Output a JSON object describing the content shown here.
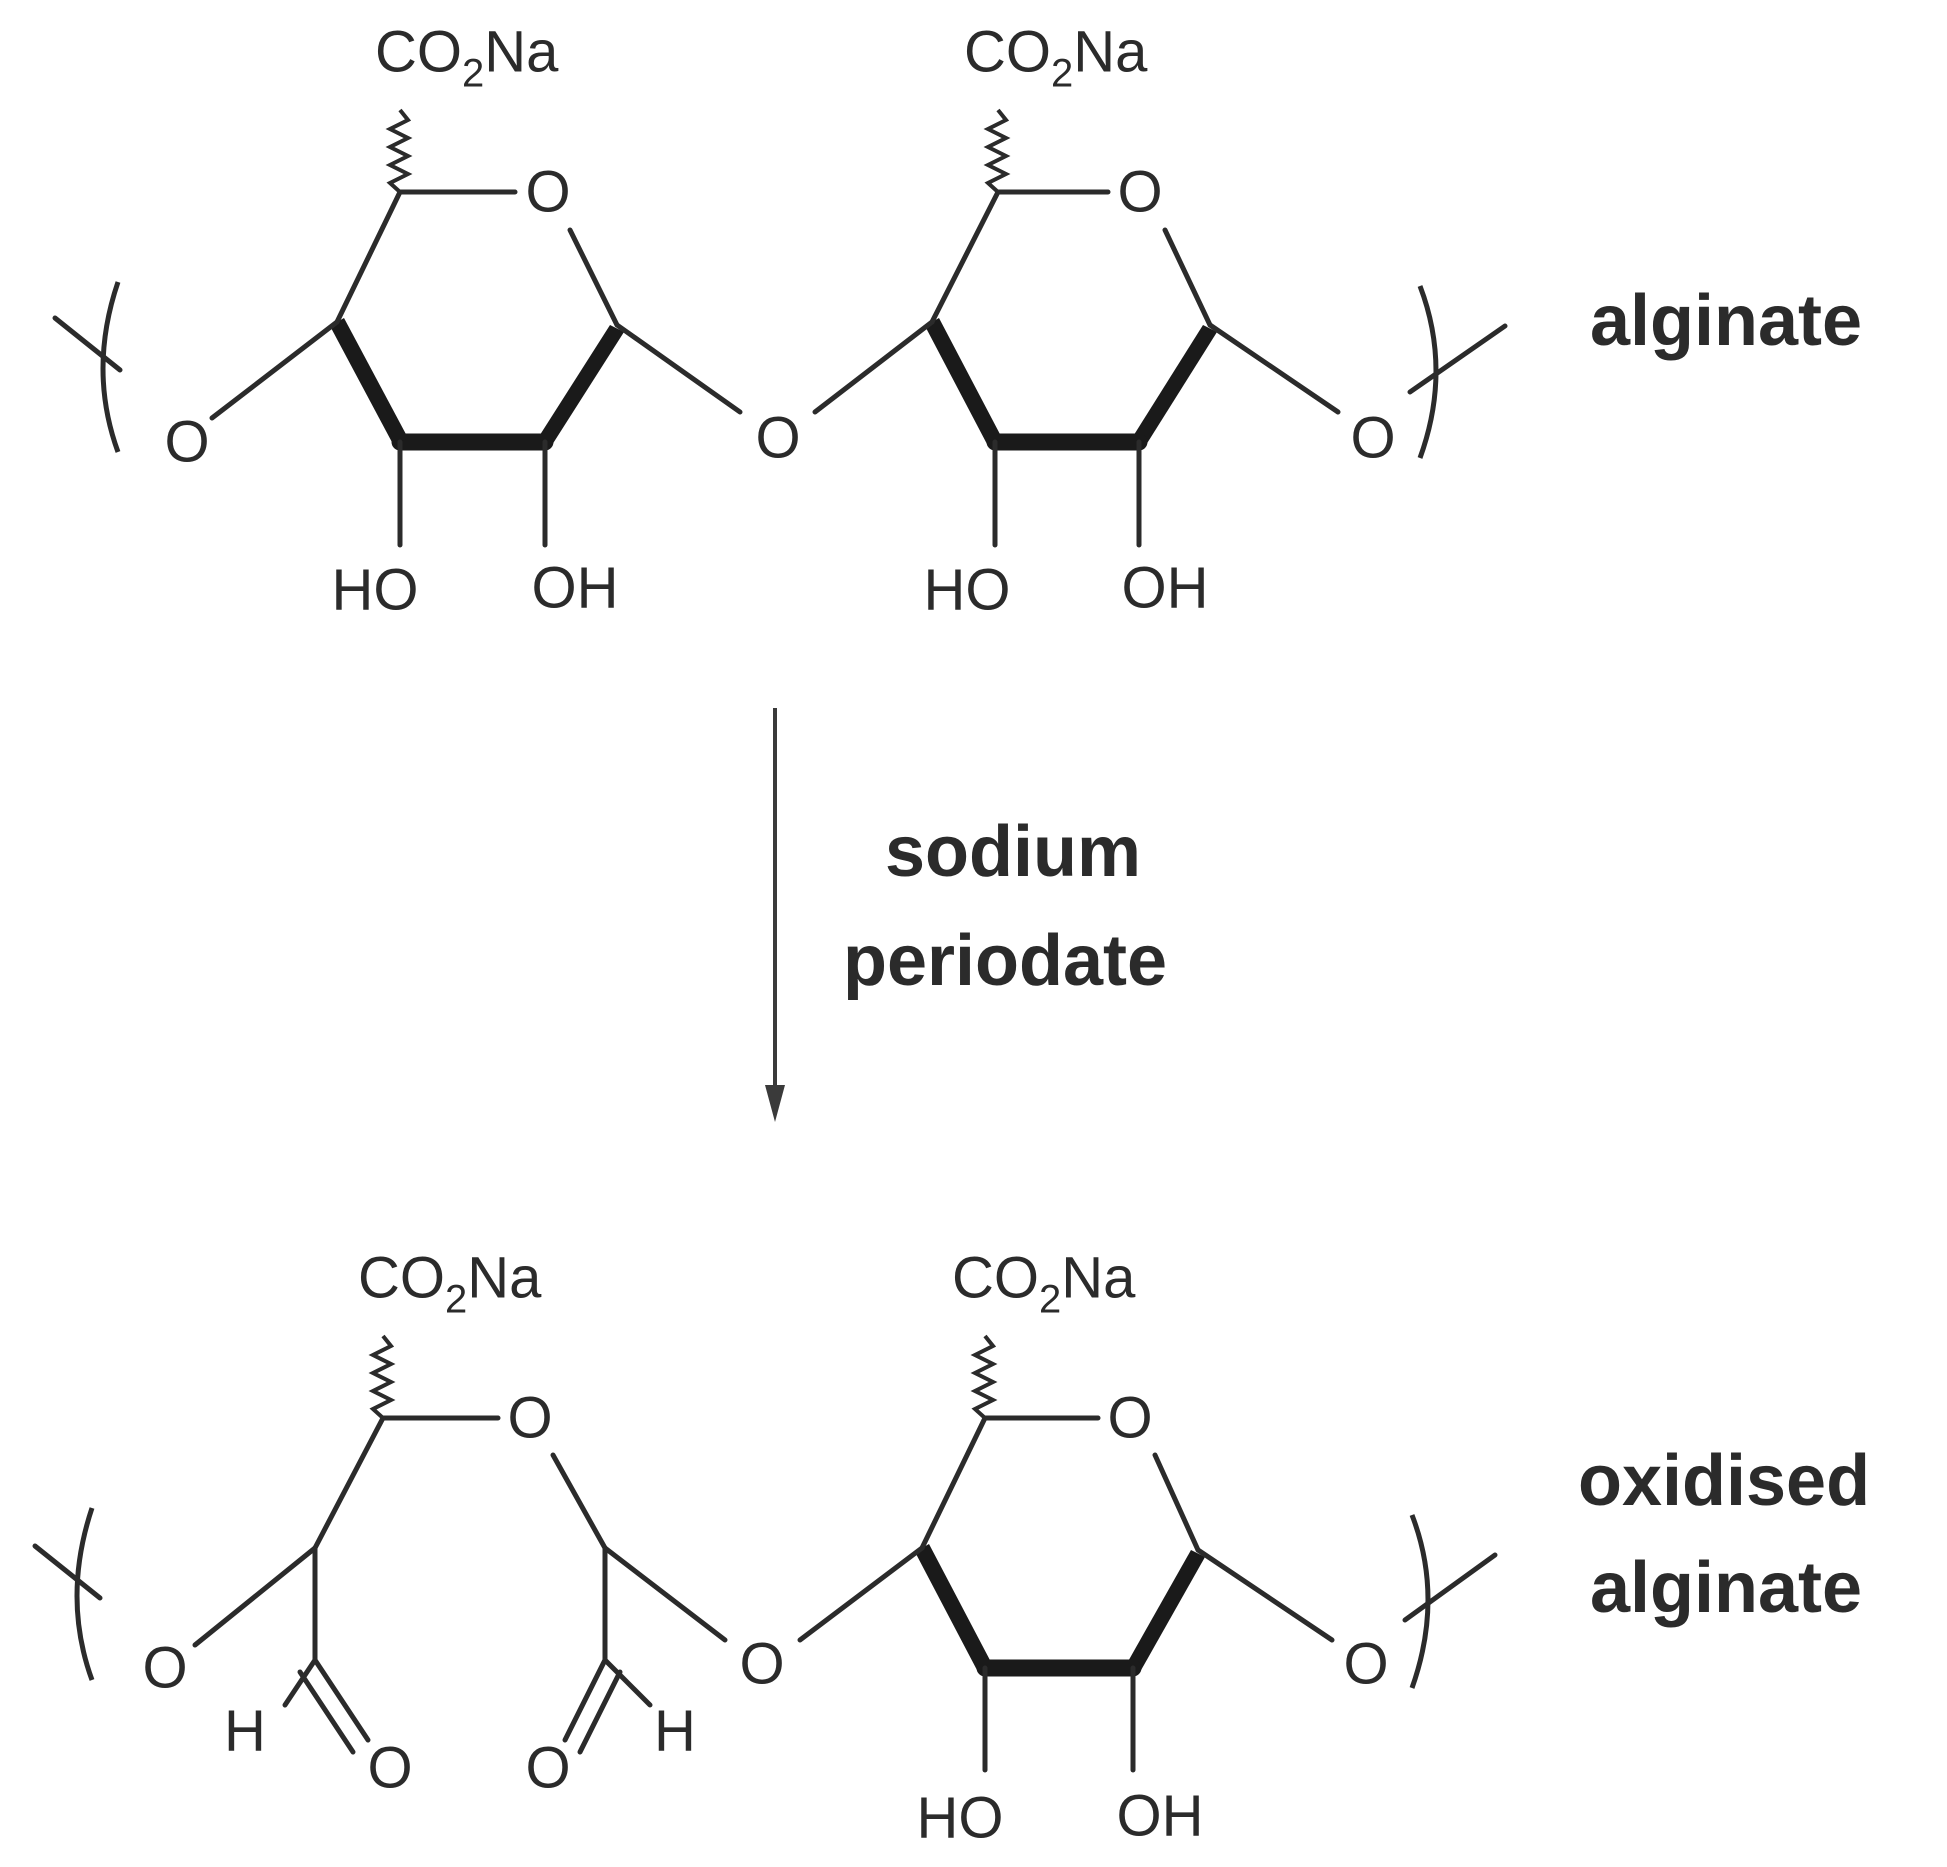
{
  "labels": {
    "top_molecule": "alginate",
    "reagent_line1": "sodium",
    "reagent_line2": "periodate",
    "bottom_molecule_line1": "oxidised",
    "bottom_molecule_line2": "alginate"
  },
  "atoms": {
    "carboxylate_main": "CO",
    "carboxylate_sub": "2",
    "carboxylate_tail": "Na",
    "oxygen": "O",
    "hydroxyl_left": "HO",
    "hydroxyl_right": "OH",
    "hydrogen": "H"
  }
}
